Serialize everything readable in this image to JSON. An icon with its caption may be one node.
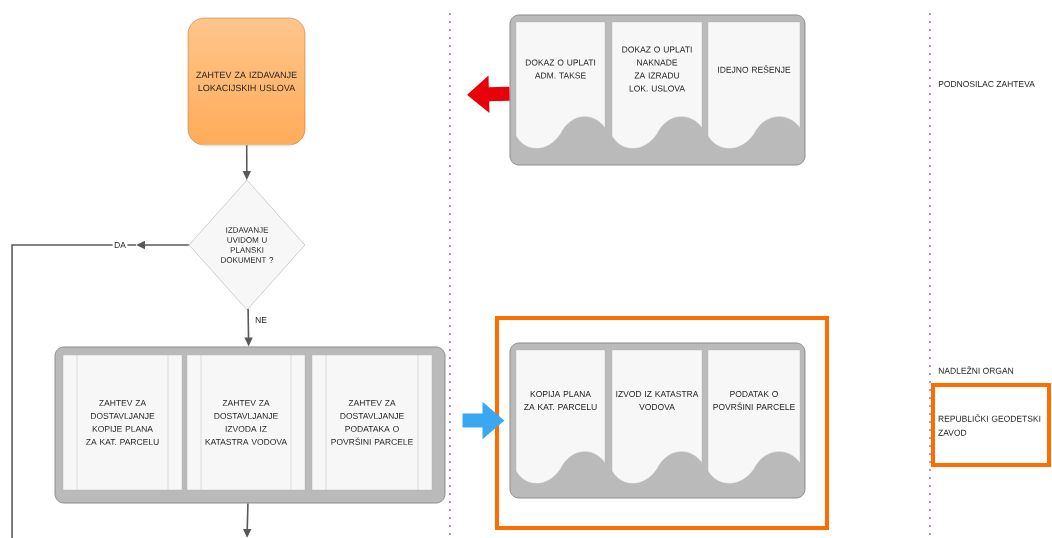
{
  "diagram": {
    "nodes": [
      {
        "text": [
          "ZAHTEV ZA IZDAVANJE LOKACIJSKIH USLOVA"
        ]
      },
      {
        "text": [
          "IZDAVANJE UVIDOM U PLANSKI DOKUMENT ?"
        ]
      },
      {
        "text": [],
        "shape": "box"
      },
      {
        "text": [
          "ZAHTEV ZA DOSTAVLJANJE KOPIJE PLANA ZA KAT. PARCELU"
        ],
        "in": 2
      },
      {
        "text": [
          "ZAHTEV ZA DOSTAVLJANJE IZVODA IZ KATASTRA VODOVA"
        ],
        "in": 2
      },
      {
        "text": [
          "ZAHTEV ZA DOSTAVLJANJE PODATAKA O POVRŠINI PARCELE"
        ],
        "in": 2
      },
      {
        "text": [],
        "shape": "box"
      },
      {
        "text": [
          "DOKAZ O UPLATI ADM. TAKSE"
        ],
        "in": 6
      },
      {
        "text": [
          "DOKAZ O UPLATI NAKNADE ZA IZRADU LOK. USLOVA"
        ],
        "in": 6
      },
      {
        "text": [
          "IDEJNO REŠENJE"
        ],
        "in": 6
      },
      {
        "text": [],
        "shape": "box"
      },
      {
        "text": [],
        "shape": "box",
        "in": 10
      },
      {
        "text": [
          "KOPIJA PLANA ZA KAT. PARCELU"
        ],
        "in": 11
      },
      {
        "text": [
          "IZVOD IZ KATASTRA VODOVA"
        ],
        "in": 11
      },
      {
        "text": [
          "PODATAK O POVRŠINI PARCELE"
        ],
        "in": 11
      },
      {
        "text": [
          "REPUBLIČKI GEODETSKI ZAVOD"
        ]
      }
    ],
    "edges": [
      {
        "from": 0,
        "to": 1,
        "arrow": "to"
      },
      {
        "from": 1,
        "to": null,
        "arrow": "to",
        "label": "DA"
      },
      {
        "from": 1,
        "to": 2,
        "arrow": "to",
        "label": "NE"
      },
      {
        "from": 2,
        "to": null,
        "arrow": "to"
      },
      {
        "from": 6,
        "to": null,
        "arrow": "to",
        "style": "thick",
        "color": "#e8000b"
      },
      {
        "from": 2,
        "to": 11,
        "arrow": "to",
        "style": "thick",
        "color": "#3aa8f0"
      }
    ],
    "labels": [
      "PODNOSILAC ZAHTEVA",
      "NADLEŽNI ORGAN"
    ]
  }
}
